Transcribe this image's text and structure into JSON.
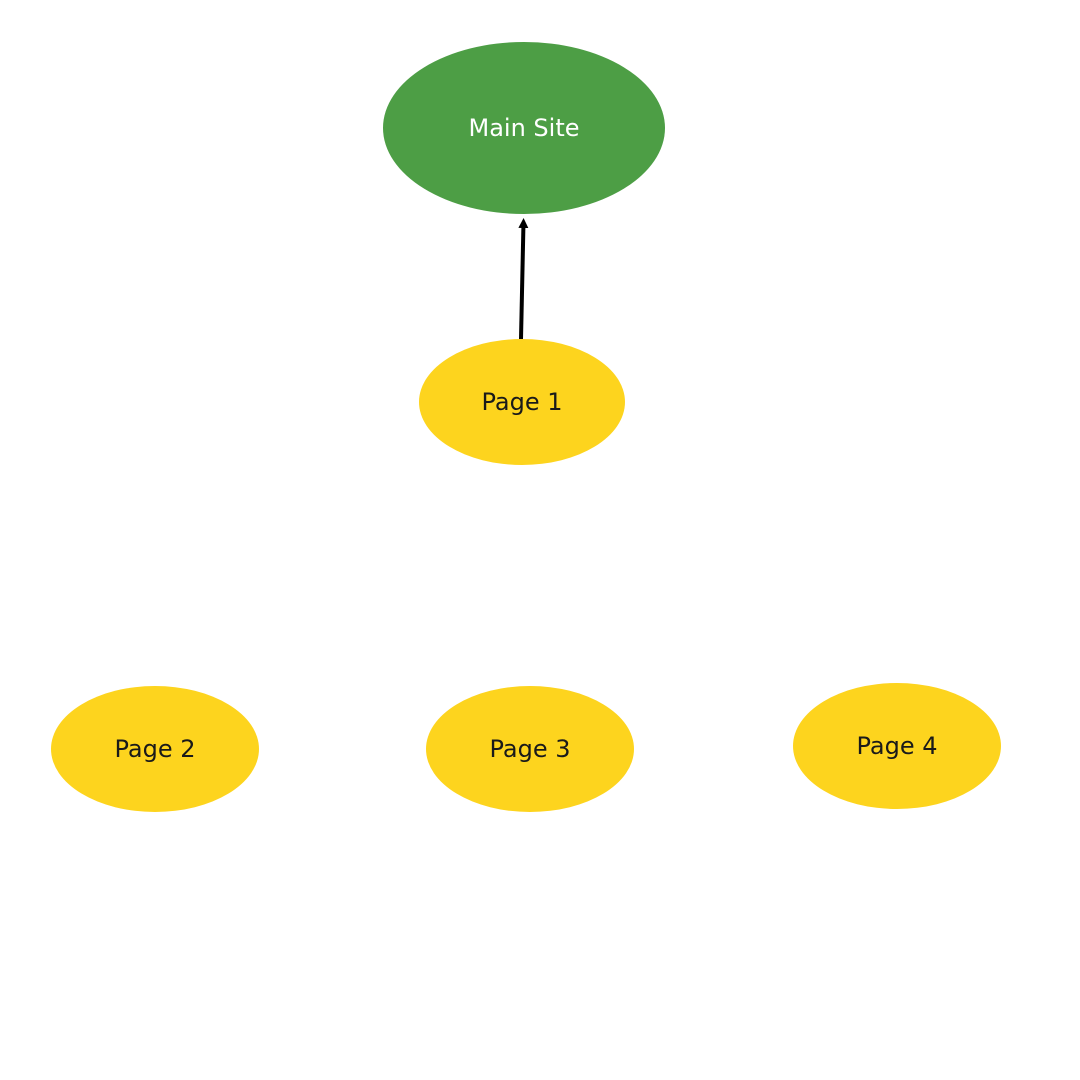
{
  "diagram": {
    "nodes": [
      {
        "id": "main-site",
        "label": "Main Site",
        "fill": "#4d9e45",
        "text_color": "#ffffff"
      },
      {
        "id": "page-1",
        "label": "Page 1",
        "fill": "#fdd41e",
        "text_color": "#1a1a1a"
      },
      {
        "id": "page-2",
        "label": "Page 2",
        "fill": "#fdd41e",
        "text_color": "#1a1a1a"
      },
      {
        "id": "page-3",
        "label": "Page 3",
        "fill": "#fdd41e",
        "text_color": "#1a1a1a"
      },
      {
        "id": "page-4",
        "label": "Page 4",
        "fill": "#fdd41e",
        "text_color": "#1a1a1a"
      }
    ],
    "edges": [
      {
        "from": "page-1",
        "to": "main-site",
        "color": "#000000"
      }
    ]
  }
}
